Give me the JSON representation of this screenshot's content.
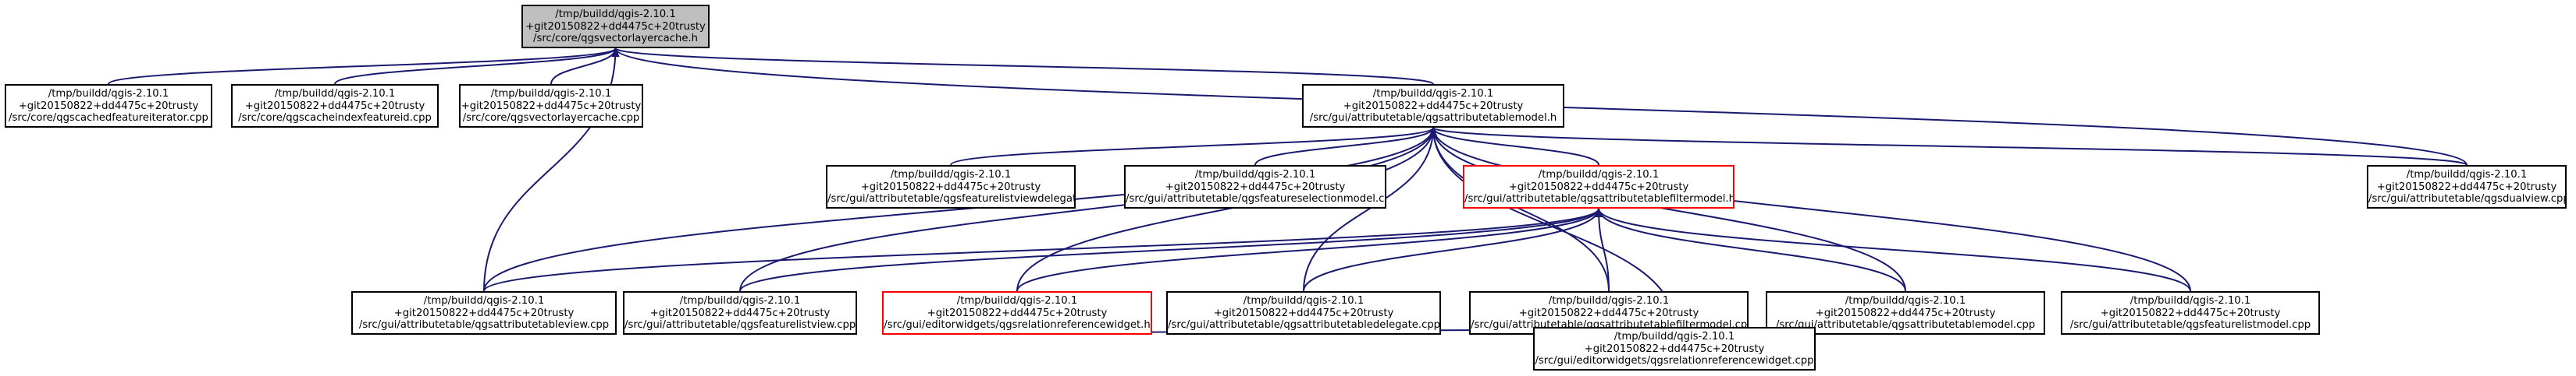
{
  "colors": {
    "edge": "#191970",
    "root_fill": "#bfbfbf",
    "highlight_border": "#ff0000",
    "border": "#000000"
  },
  "nodes": [
    {
      "id": "n0",
      "lines": [
        "/tmp/buildd/qgis-2.10.1",
        "+git20150822+dd4475c+20trusty",
        "/src/core/qgsvectorlayercache.h"
      ],
      "style": "root"
    },
    {
      "id": "n1",
      "lines": [
        "/tmp/buildd/qgis-2.10.1",
        "+git20150822+dd4475c+20trusty",
        "/src/core/qgscachedfeatureiterator.cpp"
      ],
      "style": "normal"
    },
    {
      "id": "n2",
      "lines": [
        "/tmp/buildd/qgis-2.10.1",
        "+git20150822+dd4475c+20trusty",
        "/src/core/qgscacheindexfeatureid.cpp"
      ],
      "style": "normal"
    },
    {
      "id": "n3",
      "lines": [
        "/tmp/buildd/qgis-2.10.1",
        "+git20150822+dd4475c+20trusty",
        "/src/core/qgsvectorlayercache.cpp"
      ],
      "style": "normal"
    },
    {
      "id": "n4",
      "lines": [
        "/tmp/buildd/qgis-2.10.1",
        "+git20150822+dd4475c+20trusty",
        "/src/gui/attributetable/qgsattributetablemodel.h"
      ],
      "style": "normal"
    },
    {
      "id": "n5",
      "lines": [
        "/tmp/buildd/qgis-2.10.1",
        "+git20150822+dd4475c+20trusty",
        "/src/gui/attributetable/qgsdualview.cpp"
      ],
      "style": "normal"
    },
    {
      "id": "n6",
      "lines": [
        "/tmp/buildd/qgis-2.10.1",
        "+git20150822+dd4475c+20trusty",
        "/src/gui/attributetable/qgsfeaturelistviewdelegate.cpp"
      ],
      "style": "normal"
    },
    {
      "id": "n7",
      "lines": [
        "/tmp/buildd/qgis-2.10.1",
        "+git20150822+dd4475c+20trusty",
        "/src/gui/attributetable/qgsfeatureselectionmodel.cpp"
      ],
      "style": "normal"
    },
    {
      "id": "n8",
      "lines": [
        "/tmp/buildd/qgis-2.10.1",
        "+git20150822+dd4475c+20trusty",
        "/src/gui/attributetable/qgsattributetablefiltermodel.h"
      ],
      "style": "highlight"
    },
    {
      "id": "n9",
      "lines": [
        "/tmp/buildd/qgis-2.10.1",
        "+git20150822+dd4475c+20trusty",
        "/src/gui/attributetable/qgsattributetableview.cpp"
      ],
      "style": "normal"
    },
    {
      "id": "n10",
      "lines": [
        "/tmp/buildd/qgis-2.10.1",
        "+git20150822+dd4475c+20trusty",
        "/src/gui/attributetable/qgsfeaturelistview.cpp"
      ],
      "style": "normal"
    },
    {
      "id": "n11",
      "lines": [
        "/tmp/buildd/qgis-2.10.1",
        "+git20150822+dd4475c+20trusty",
        "/src/gui/editorwidgets/qgsrelationreferencewidget.h"
      ],
      "style": "highlight"
    },
    {
      "id": "n12",
      "lines": [
        "/tmp/buildd/qgis-2.10.1",
        "+git20150822+dd4475c+20trusty",
        "/src/gui/attributetable/qgsattributetabledelegate.cpp"
      ],
      "style": "normal"
    },
    {
      "id": "n13",
      "lines": [
        "/tmp/buildd/qgis-2.10.1",
        "+git20150822+dd4475c+20trusty",
        "/src/gui/attributetable/qgsattributetablefiltermodel.cpp"
      ],
      "style": "normal"
    },
    {
      "id": "n14",
      "lines": [
        "/tmp/buildd/qgis-2.10.1",
        "+git20150822+dd4475c+20trusty",
        "/src/gui/attributetable/qgsattributetablemodel.cpp"
      ],
      "style": "normal"
    },
    {
      "id": "n15",
      "lines": [
        "/tmp/buildd/qgis-2.10.1",
        "+git20150822+dd4475c+20trusty",
        "/src/gui/attributetable/qgsfeaturelistmodel.cpp"
      ],
      "style": "normal"
    },
    {
      "id": "n16",
      "lines": [
        "/tmp/buildd/qgis-2.10.1",
        "+git20150822+dd4475c+20trusty",
        "/src/gui/editorwidgets/qgsrelationreferencewidget.cpp"
      ],
      "style": "normal"
    }
  ],
  "edges": [
    [
      "n1",
      "n0"
    ],
    [
      "n2",
      "n0"
    ],
    [
      "n3",
      "n0"
    ],
    [
      "n4",
      "n0"
    ],
    [
      "n5",
      "n0"
    ],
    [
      "n9",
      "n0"
    ],
    [
      "n5",
      "n4"
    ],
    [
      "n6",
      "n4"
    ],
    [
      "n7",
      "n4"
    ],
    [
      "n8",
      "n4"
    ],
    [
      "n9",
      "n4"
    ],
    [
      "n10",
      "n4"
    ],
    [
      "n11",
      "n4"
    ],
    [
      "n12",
      "n4"
    ],
    [
      "n13",
      "n4"
    ],
    [
      "n14",
      "n4"
    ],
    [
      "n15",
      "n4"
    ],
    [
      "n16",
      "n4"
    ],
    [
      "n9",
      "n8"
    ],
    [
      "n10",
      "n8"
    ],
    [
      "n11",
      "n8"
    ],
    [
      "n12",
      "n8"
    ],
    [
      "n13",
      "n8"
    ],
    [
      "n14",
      "n8"
    ],
    [
      "n15",
      "n8"
    ],
    [
      "n16",
      "n11"
    ]
  ]
}
